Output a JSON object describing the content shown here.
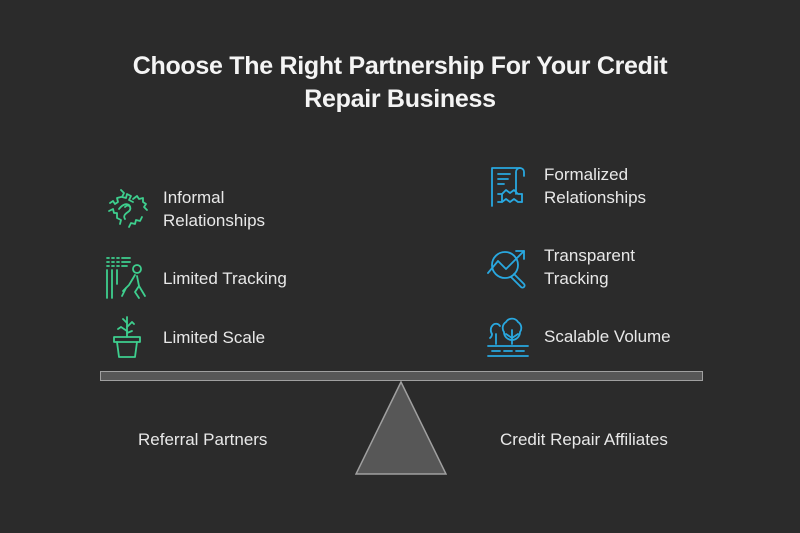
{
  "title": "Choose The Right Partnership For Your Credit Repair Business",
  "title_lines": [
    "Choose The Right Partnership For Your Credit",
    "Repair Business"
  ],
  "colors": {
    "background": "#2b2b2b",
    "left_accent": "#3ecf8e",
    "right_accent": "#29a8e0",
    "beam": "#575757",
    "beam_border": "#a0a0a0"
  },
  "left": {
    "label": "Referral Partners",
    "items": [
      {
        "icon": "handshake-puzzle-icon",
        "label": "Informal\nRelationships"
      },
      {
        "icon": "person-walking-lines-icon",
        "label": "Limited Tracking"
      },
      {
        "icon": "potted-plant-icon",
        "label": "Limited Scale"
      }
    ]
  },
  "right": {
    "label": "Credit Repair Affiliates",
    "items": [
      {
        "icon": "contract-handshake-icon",
        "label": "Formalized\nRelationships"
      },
      {
        "icon": "magnifier-trend-icon",
        "label": "Transparent\nTracking"
      },
      {
        "icon": "trees-landscape-icon",
        "label": "Scalable Volume"
      }
    ]
  }
}
